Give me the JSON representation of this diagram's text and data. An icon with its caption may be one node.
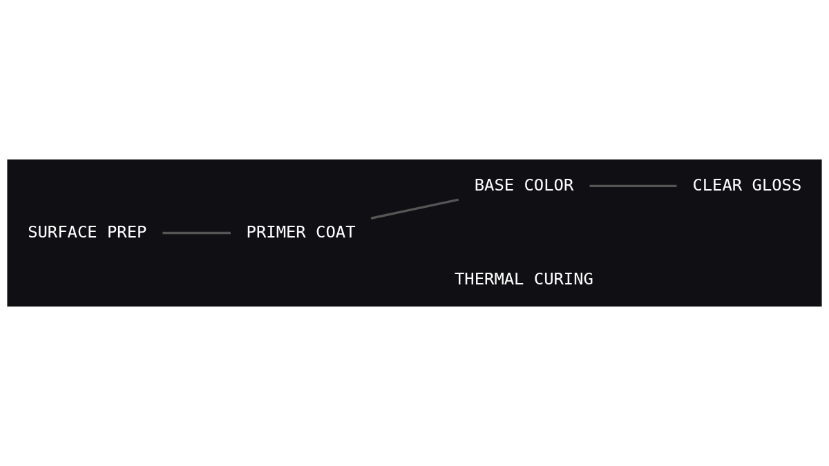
{
  "diagram": {
    "nodes": [
      {
        "text": [
          "SURFACE PREP"
        ]
      },
      {
        "text": [
          "PRIMER COAT"
        ]
      },
      {
        "text": [
          "BASE COLOR"
        ]
      },
      {
        "text": [
          "CLEAR GLOSS"
        ]
      },
      {
        "text": [
          "THERMAL CURING"
        ]
      }
    ],
    "edges": [
      {
        "from": 0,
        "to": 1,
        "arrow": "none"
      },
      {
        "from": 1,
        "to": 2,
        "arrow": "none"
      },
      {
        "from": 2,
        "to": 3,
        "arrow": "none"
      }
    ]
  }
}
